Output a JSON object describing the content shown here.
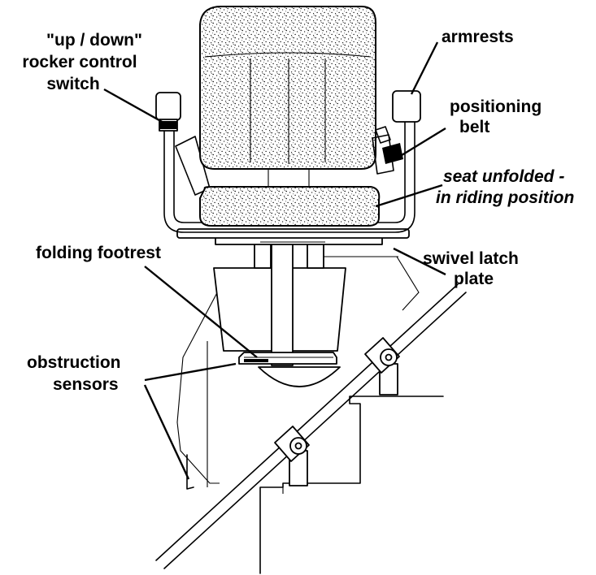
{
  "labels": {
    "rocker_line1": "\"up / down\"",
    "rocker_line2": "rocker control",
    "rocker_line3": "switch",
    "armrests": "armrests",
    "belt_line1": "positioning",
    "belt_line2": "belt",
    "seat_line1": "seat unfolded -",
    "seat_line2": "in riding position",
    "footrest": "folding footrest",
    "latch_line1": "swivel latch",
    "latch_line2": "plate",
    "sensors_line1": "obstruction",
    "sensors_line2": "sensors"
  }
}
